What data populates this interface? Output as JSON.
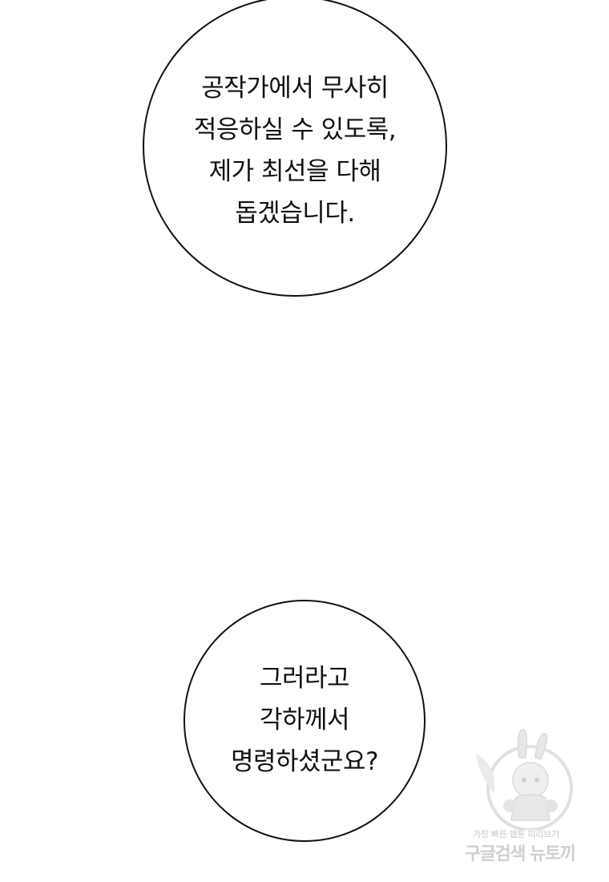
{
  "bubbles": [
    {
      "lines": [
        "공작가에서 무사히",
        "적응하실 수 있도록,",
        "제가 최선을 다해",
        "돕겠습니다."
      ]
    },
    {
      "lines": [
        "그러라고",
        "각하께서",
        "명령하셨군요?"
      ]
    }
  ],
  "watermark": {
    "small_text": "가장 빠른 웹툰 미리보기",
    "big_text": "구글검색 뉴토끼",
    "colors": {
      "ink": "#111111",
      "watermark_gray": "#a9a9a9"
    }
  }
}
